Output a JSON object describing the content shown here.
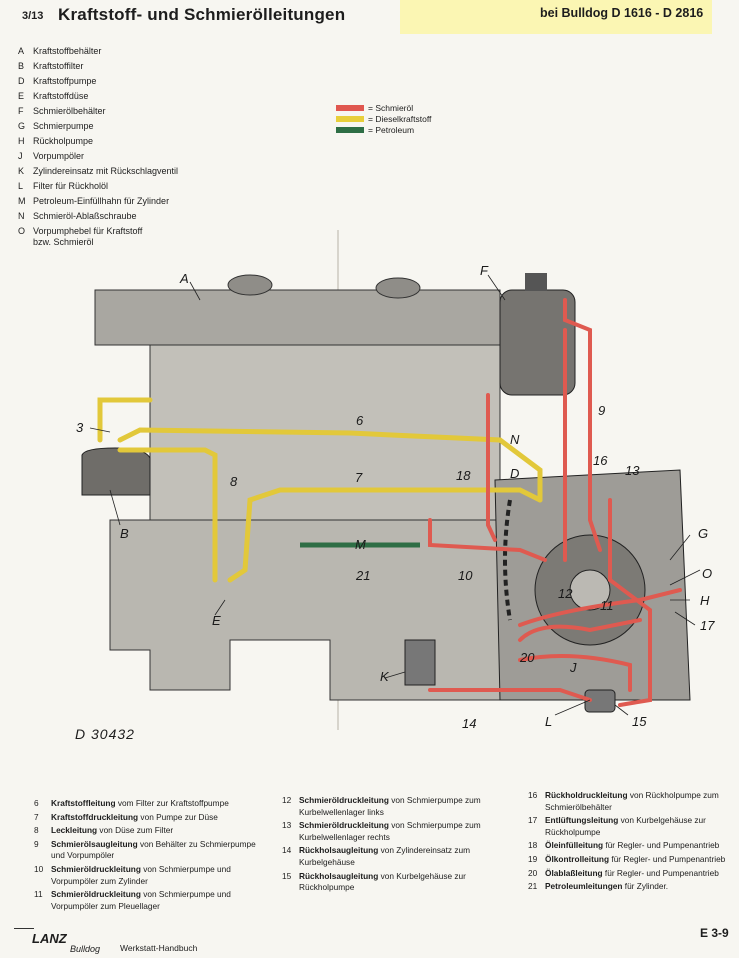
{
  "header": {
    "page_num": "3/13",
    "title": "Kraftstoff- und Schmierölleitungen",
    "model": "bei Bulldog D 1616 - D 2816"
  },
  "legend": [
    {
      "key": "A",
      "text": "Kraftstoffbehälter"
    },
    {
      "key": "B",
      "text": "Kraftstoffilter"
    },
    {
      "key": "D",
      "text": "Kraftstoffpumpe"
    },
    {
      "key": "E",
      "text": "Kraftstoffdüse"
    },
    {
      "key": "F",
      "text": "Schmierölbehälter"
    },
    {
      "key": "G",
      "text": "Schmierpumpe"
    },
    {
      "key": "H",
      "text": "Rückholpumpe"
    },
    {
      "key": "J",
      "text": "Vorpumpöler"
    },
    {
      "key": "K",
      "text": "Zylindereinsatz mit Rückschlagventil"
    },
    {
      "key": "L",
      "text": "Filter für Rückholöl"
    },
    {
      "key": "M",
      "text": "Petroleum-Einfüllhahn für Zylinder"
    },
    {
      "key": "N",
      "text": "Schmieröl-Ablaßschraube"
    },
    {
      "key": "O",
      "text": "Vorpumphebel für Kraftstoff",
      "sub": "bzw. Schmieröl"
    }
  ],
  "color_key": [
    {
      "label": "= Schmieröl",
      "color": "#e0574f"
    },
    {
      "label": "= Dieselkraftstoff",
      "color": "#e8cf3a"
    },
    {
      "label": "= Petroleum",
      "color": "#2e6e45"
    }
  ],
  "diagram": {
    "labels": {
      "A": "A",
      "B": "B",
      "D": "D",
      "E": "E",
      "F": "F",
      "G": "G",
      "H": "H",
      "J": "J",
      "K": "K",
      "L": "L",
      "M": "M",
      "N": "N",
      "O": "O",
      "n3": "3",
      "n6": "6",
      "n7": "7",
      "n8": "8",
      "n9": "9",
      "n10": "10",
      "n11": "11",
      "n12": "12",
      "n13": "13",
      "n14": "14",
      "n15": "15",
      "n16": "16",
      "n17": "17",
      "n18": "18",
      "n20": "20",
      "n21": "21"
    },
    "reference": "D 30432"
  },
  "captions": [
    [
      {
        "num": "6",
        "bold": "Kraftstoffleitung",
        "rest": " vom Filter zur Kraftstoffpumpe"
      },
      {
        "num": "7",
        "bold": "Kraftstoffdruckleitung",
        "rest": " von Pumpe zur Düse"
      },
      {
        "num": "8",
        "bold": "Leckleitung",
        "rest": " von Düse zum Filter"
      },
      {
        "num": "9",
        "bold": "Schmierölsaugleitung",
        "rest": " von Behälter zu Schmierpumpe und Vorpumpöler"
      },
      {
        "num": "10",
        "bold": "Schmieröldruckleitung",
        "rest": " von Schmierpumpe und Vorpumpöler zum Zylinder"
      },
      {
        "num": "11",
        "bold": "Schmieröldruckleitung",
        "rest": " von Schmierpumpe und Vorpumpöler zum Pleuellager"
      }
    ],
    [
      {
        "num": "12",
        "bold": "Schmieröldruckleitung",
        "rest": " von Schmierpumpe zum Kurbelwellenlager links"
      },
      {
        "num": "13",
        "bold": "Schmieröldruckleitung",
        "rest": " von Schmierpumpe zum Kurbelwellenlager rechts"
      },
      {
        "num": "14",
        "bold": "Rückholsaugleitung",
        "rest": " von Zylindereinsatz zum Kurbelgehäuse"
      },
      {
        "num": "15",
        "bold": "Rückholsaugleitung",
        "rest": " von Kurbelgehäuse zur Rückholpumpe"
      }
    ],
    [
      {
        "num": "16",
        "bold": "Rückholdruckleitung",
        "rest": " von Rückholpumpe zum Schmierölbehälter"
      },
      {
        "num": "17",
        "bold": "Entlüftungsleitung",
        "rest": " von Kurbelgehäuse zur Rückholpumpe"
      },
      {
        "num": "18",
        "bold": "Öleinfülleitung",
        "rest": " für Regler- und Pumpenantrieb"
      },
      {
        "num": "19",
        "bold": "Ölkontrolleitung",
        "rest": " für Regler- und Pumpenantrieb"
      },
      {
        "num": "20",
        "bold": "Ölablaßleitung",
        "rest": " für Regler- und Pumpenantrieb"
      },
      {
        "num": "21",
        "bold": "Petroleumleitungen",
        "rest": " für Zylinder."
      }
    ]
  ],
  "footer": {
    "brand": "LANZ",
    "brand_sub": "Bulldog",
    "handbook": "Werkstatt-Handbuch",
    "page_id": "E 3-9"
  }
}
